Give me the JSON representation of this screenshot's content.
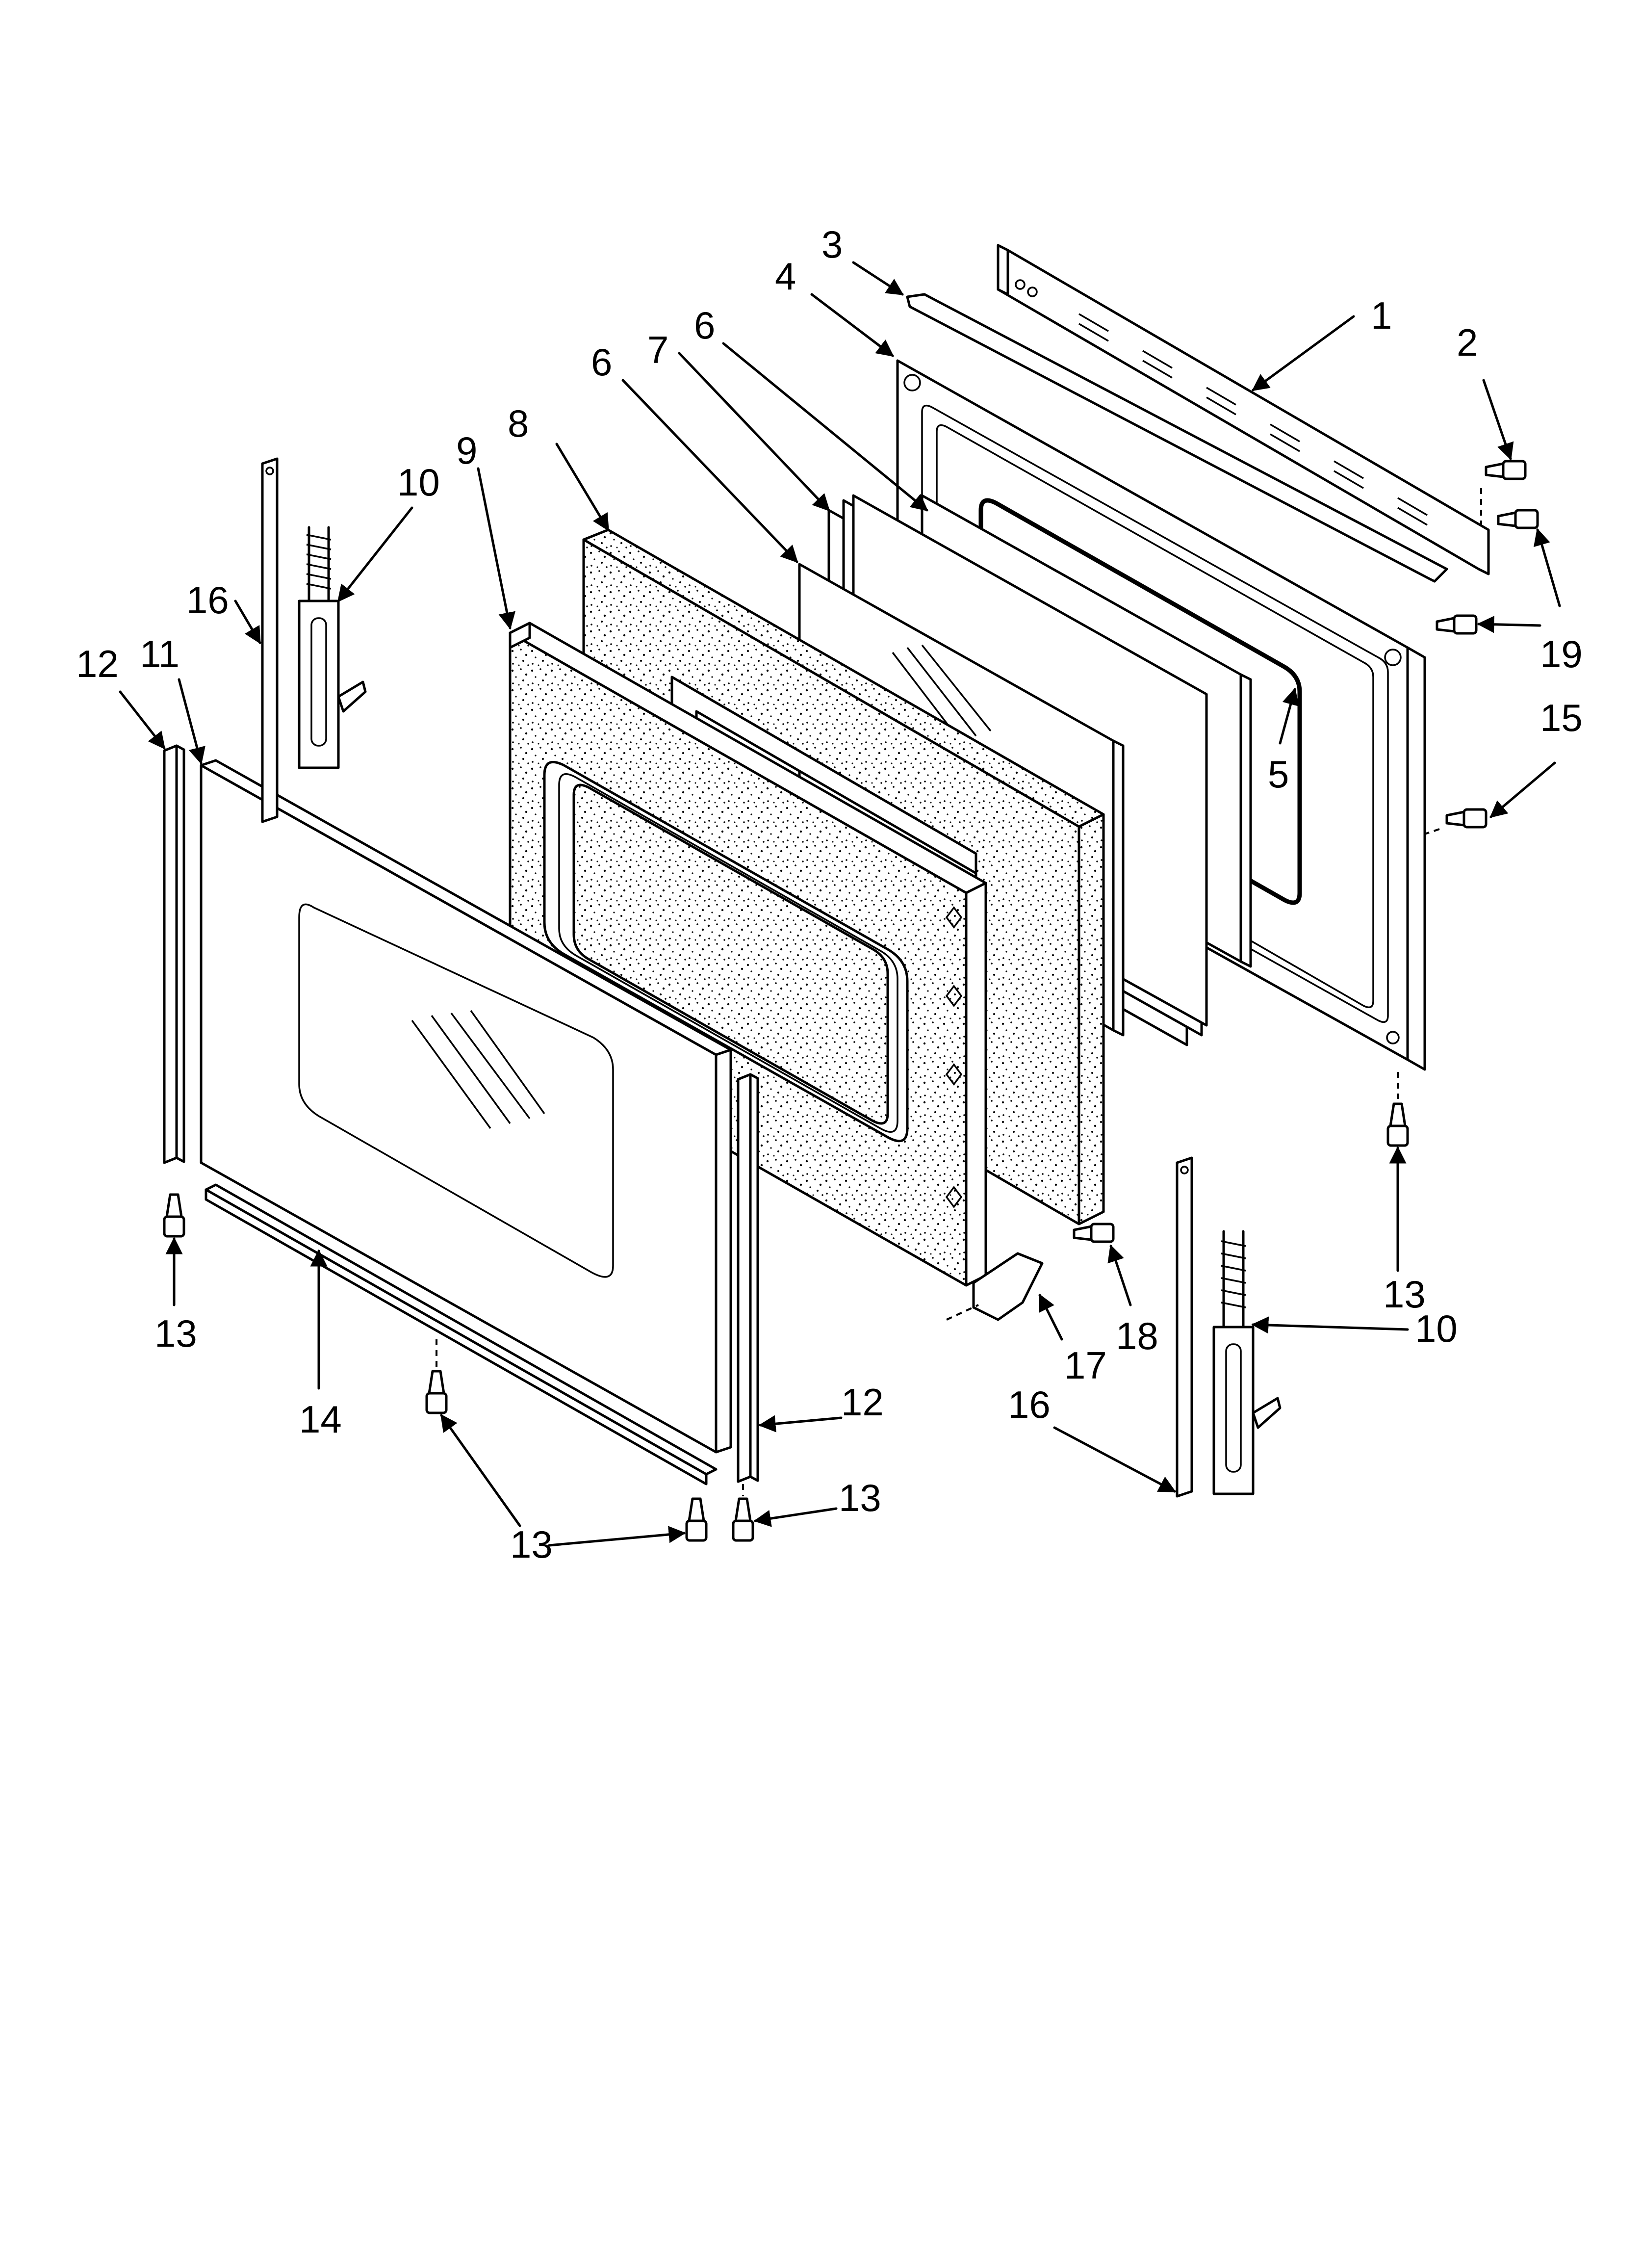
{
  "diagram": {
    "callouts": [
      {
        "id": "c1",
        "label": "1"
      },
      {
        "id": "c2",
        "label": "2"
      },
      {
        "id": "c3",
        "label": "3"
      },
      {
        "id": "c4",
        "label": "4"
      },
      {
        "id": "c5",
        "label": "5"
      },
      {
        "id": "c6a",
        "label": "6"
      },
      {
        "id": "c6b",
        "label": "6"
      },
      {
        "id": "c7",
        "label": "7"
      },
      {
        "id": "c8",
        "label": "8"
      },
      {
        "id": "c9",
        "label": "9"
      },
      {
        "id": "c10a",
        "label": "10"
      },
      {
        "id": "c10b",
        "label": "10"
      },
      {
        "id": "c11",
        "label": "11"
      },
      {
        "id": "c12a",
        "label": "12"
      },
      {
        "id": "c12b",
        "label": "12"
      },
      {
        "id": "c13a",
        "label": "13"
      },
      {
        "id": "c13b",
        "label": "13"
      },
      {
        "id": "c13c",
        "label": "13"
      },
      {
        "id": "c13d",
        "label": "13"
      },
      {
        "id": "c14",
        "label": "14"
      },
      {
        "id": "c15",
        "label": "15"
      },
      {
        "id": "c16a",
        "label": "16"
      },
      {
        "id": "c16b",
        "label": "16"
      },
      {
        "id": "c17",
        "label": "17"
      },
      {
        "id": "c18",
        "label": "18"
      },
      {
        "id": "c19",
        "label": "19"
      }
    ]
  }
}
